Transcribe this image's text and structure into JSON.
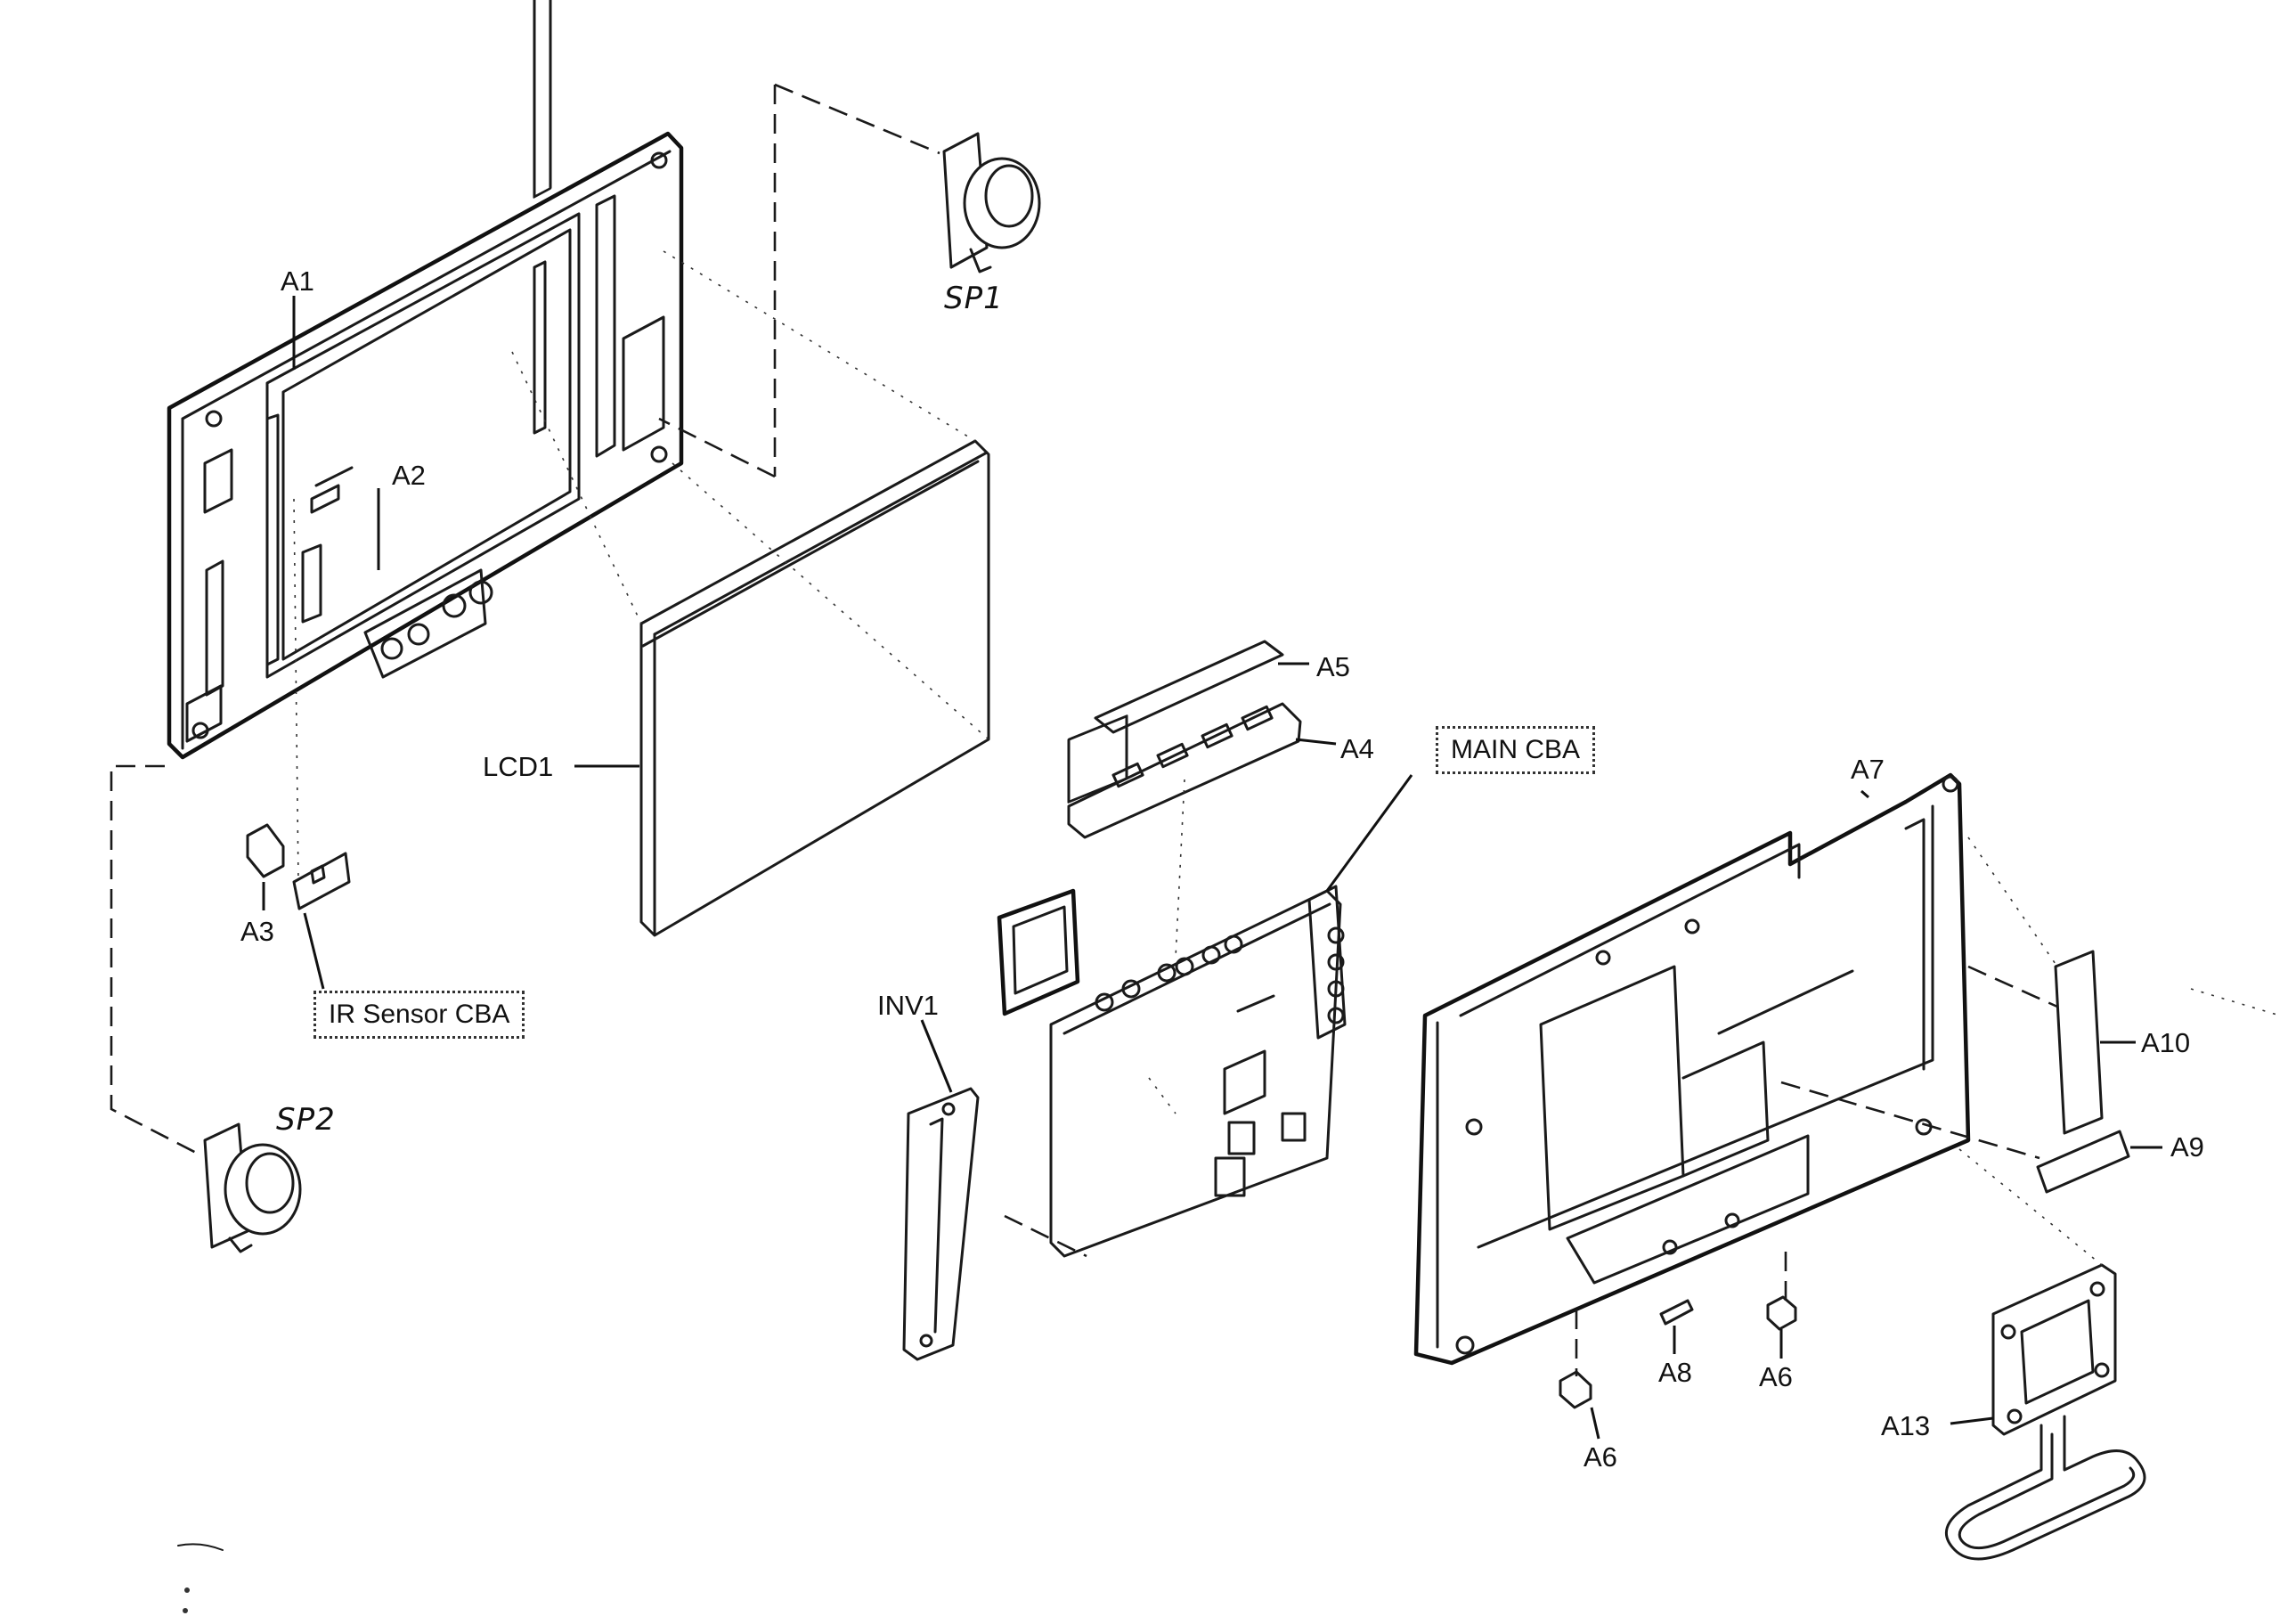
{
  "labels": {
    "a1": "A1",
    "a2": "A2",
    "a3": "A3",
    "a4": "A4",
    "a5": "A5",
    "a6_left": "A6",
    "a6_right": "A6",
    "a7": "A7",
    "a8": "A8",
    "a9": "A9",
    "a10": "A10",
    "a13": "A13",
    "lcd1": "LCD1",
    "inv1": "INV1",
    "sp1": "SP1",
    "sp2": "SP2",
    "main_cba": "MAIN CBA",
    "ir_sensor_cba": "IR Sensor CBA"
  }
}
